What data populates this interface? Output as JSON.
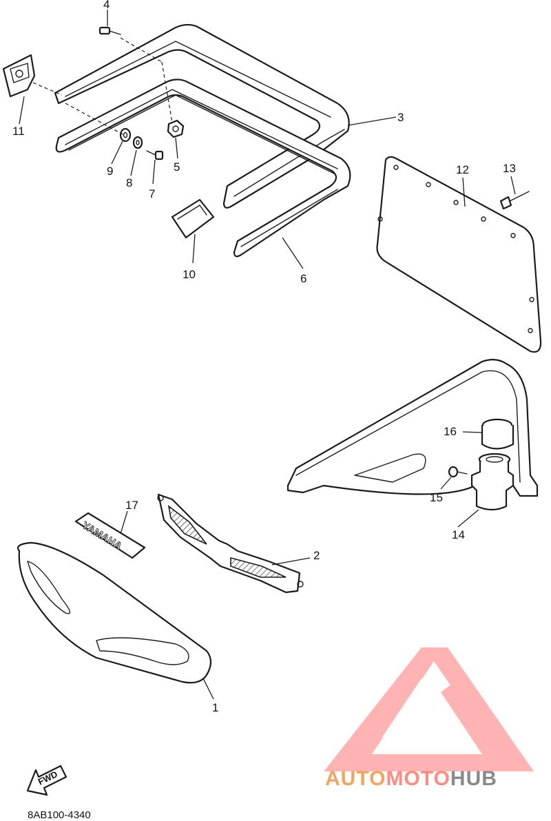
{
  "diagram_code": "8AB100-4340",
  "callouts": {
    "p1": "1",
    "p2": "2",
    "p3": "3",
    "p4": "4",
    "p5": "5",
    "p6": "6",
    "p7": "7",
    "p8": "8",
    "p9": "9",
    "p10": "10",
    "p11": "11",
    "p12": "12",
    "p13": "13",
    "p14": "14",
    "p15": "15",
    "p16": "16",
    "p17": "17"
  },
  "emblem_text": "YAMAHA",
  "direction_label": "FWD",
  "watermark": {
    "word_left": "AUTO",
    "word_mid": "MOTO",
    "word_right": "HUB",
    "color_left": "#f4a460",
    "color_mid": "#ff8a80",
    "color_right": "#8a8a8a"
  }
}
